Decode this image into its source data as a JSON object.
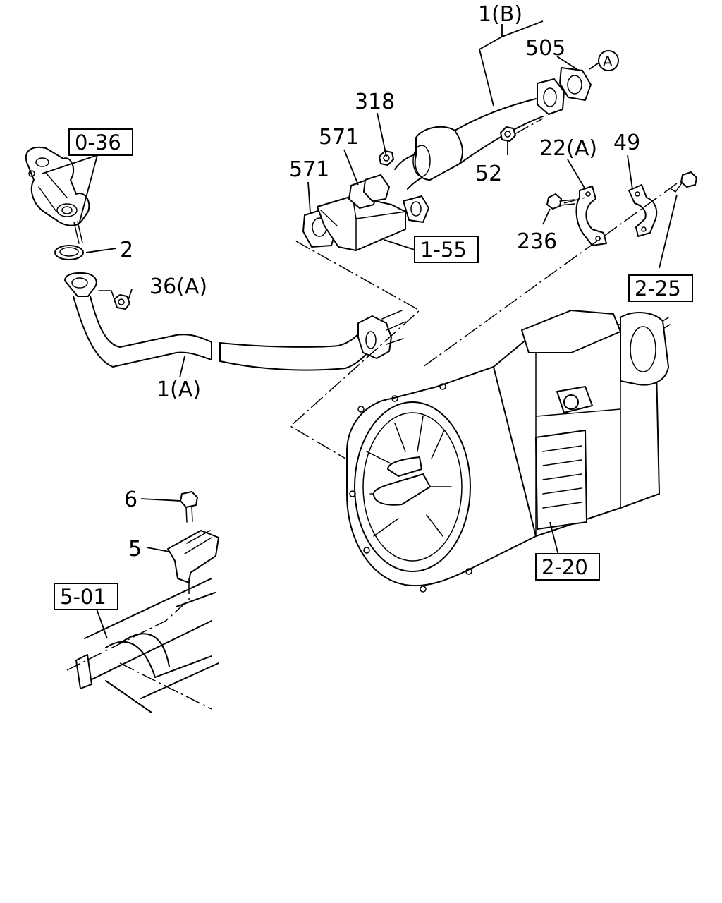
{
  "callouts": {
    "c_1b": "1(B)",
    "c_505": "505",
    "c_a_marker": "A",
    "c_318": "318",
    "c_571_upper": "571",
    "c_571_lower": "571",
    "c_52": "52",
    "c_22a": "22(A)",
    "c_49": "49",
    "c_236": "236",
    "c_2": "2",
    "c_36a": "36(A)",
    "c_1a": "1(A)",
    "c_6": "6",
    "c_5": "5"
  },
  "references": {
    "r_0_36": "0-36",
    "r_1_55": "1-55",
    "r_2_25": "2-25",
    "r_2_20": "2-20",
    "r_5_01": "5-01"
  }
}
